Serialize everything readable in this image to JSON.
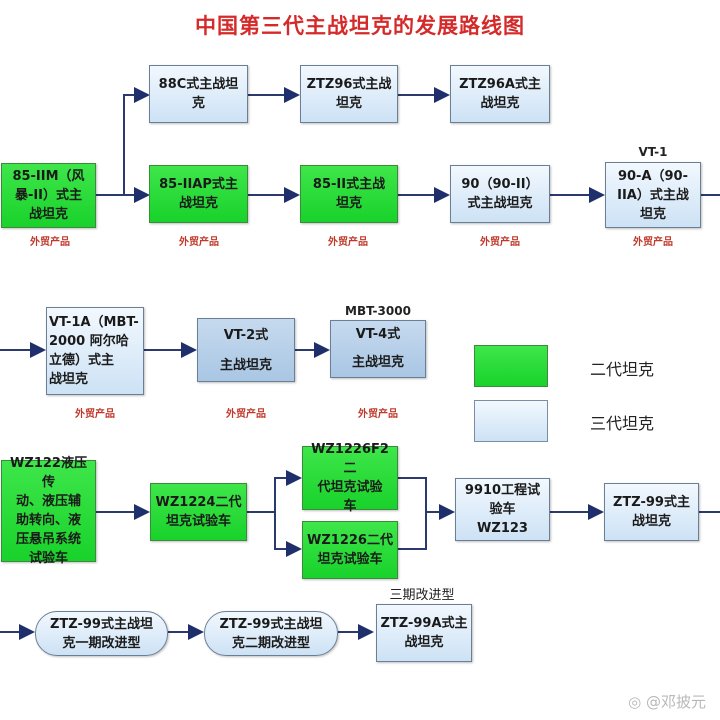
{
  "title": "中国第三代主战坦克的发展路线图",
  "nodes": {
    "n85iim": "85-IIM（风\n暴-II）式主\n战坦克",
    "n88c": "88C式主战坦\n克",
    "nztz96": "ZTZ96式主战\n坦克",
    "nztz96a": "ZTZ96A式主\n战坦克",
    "n85iiap": "85-IIAP式主\n战坦克",
    "n85ii": "85-II式主战\n坦克",
    "n90": "90（90-II）\n式主战坦克",
    "n90a": "90-A（90-\nIIA）式主战\n坦克",
    "nvt1a": "VT-1A（MBT-\n2000 阿尔哈\n立德）式主\n战坦克",
    "nvt2": "VT-2式\n\n主战坦克",
    "nvt4": "VT-4式\n\n主战坦克",
    "nwz122": "WZ122液压传\n动、液压辅\n助转向、液\n压悬吊系统\n试验车",
    "nwz1224": "WZ1224二代\n坦克试验车",
    "nwz1226f2": "WZ1226F2二\n代坦克试验\n车",
    "nwz1226": "WZ1226二代\n坦克试验车",
    "n9910": "9910工程试\n验车\nWZ123",
    "nztz99": "ZTZ-99式主\n战坦克",
    "nztz99p1": "ZTZ-99式主战坦\n克一期改进型",
    "nztz99p2": "ZTZ-99式主战坦\n克二期改进型",
    "nztz99a": "ZTZ-99A式主\n战坦克"
  },
  "node_labels": {
    "vt1": "VT-1",
    "mbt3000": "MBT-3000",
    "phase3": "三期改进型"
  },
  "export_note": "外贸产品",
  "legend": {
    "gen2": "二代坦克",
    "gen3": "三代坦克",
    "gen2_color": "#22dd33",
    "gen3_color": "#dcebf8"
  },
  "watermark": "@邓披元"
}
